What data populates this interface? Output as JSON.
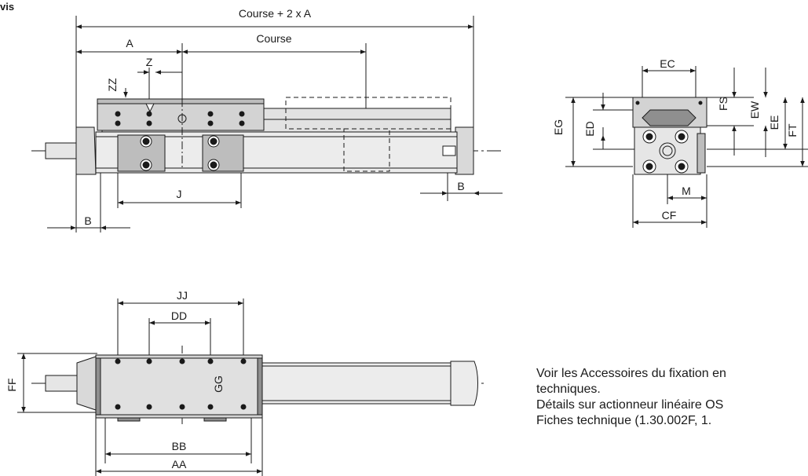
{
  "corner_text": "vis",
  "side_view": {
    "labels": {
      "course_plus_2a": "Course + 2 x A",
      "course": "Course",
      "a": "A",
      "z": "Z",
      "zz": "ZZ",
      "j": "J",
      "b_left": "B",
      "b_right": "B"
    }
  },
  "end_view": {
    "labels": {
      "ec": "EC",
      "eg": "EG",
      "ed": "ED",
      "fs": "FS",
      "ew": "EW",
      "ee": "EE",
      "ft": "FT",
      "m": "M",
      "cf": "CF"
    }
  },
  "top_view": {
    "labels": {
      "jj": "JJ",
      "dd": "DD",
      "ff": "FF",
      "gg": "GG",
      "bb": "BB",
      "aa": "AA"
    }
  },
  "notes": {
    "line1": "Voir les Accessoires du fixation en",
    "line2": "techniques.",
    "line3": "Détails sur actionneur linéaire OS",
    "line4": "Fiches technique (1.30.002F, 1."
  },
  "colors": {
    "line": "#1a1a1a",
    "body_fill": "#d9d9d9",
    "carriage_fill": "#cfcfcf",
    "dark_fill": "#8f8f8f"
  }
}
